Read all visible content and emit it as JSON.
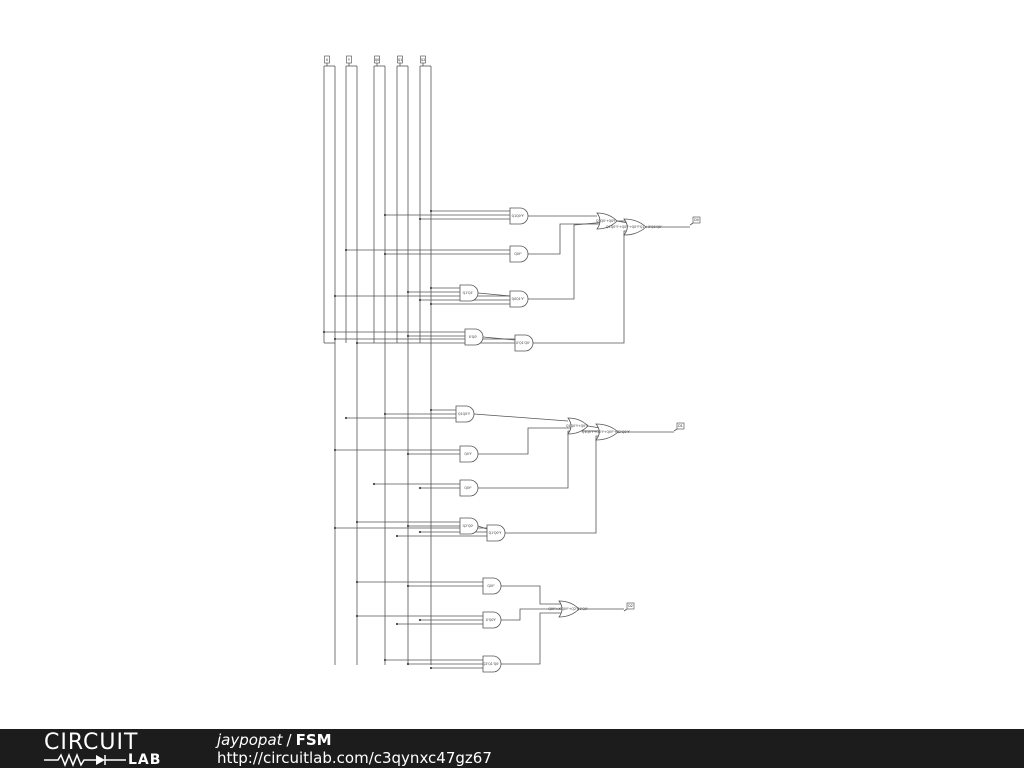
{
  "schematic": {
    "inputs": [
      "X",
      "Y",
      "Q0",
      "Q1",
      "Q2"
    ],
    "outputs": [
      "D0",
      "D1",
      "D2"
    ],
    "gates": [
      {
        "id": "g1",
        "kind": "and",
        "label": "Q1Q0'Y'"
      },
      {
        "id": "g2",
        "kind": "and",
        "label": "Q0Y'"
      },
      {
        "id": "g3",
        "kind": "and",
        "label": "Q1'Q1'"
      },
      {
        "id": "g4",
        "kind": "and",
        "label": "Q0Q1'Y'"
      },
      {
        "id": "g5",
        "kind": "and",
        "label": "X'Q0'"
      },
      {
        "id": "g6",
        "kind": "and",
        "label": "X'Q1'Q0'"
      },
      {
        "id": "g7",
        "kind": "or",
        "label": "Q1Q0'+Q0Y'"
      },
      {
        "id": "g8",
        "kind": "or",
        "label": "Q1Q0'Y'+Q0Y'+Q0'Y'Q1'+X'Q1'Q0'"
      },
      {
        "id": "g9",
        "kind": "and",
        "label": "Q1Q0'Y"
      },
      {
        "id": "g10",
        "kind": "and",
        "label": "Q0'Y"
      },
      {
        "id": "g11",
        "kind": "and",
        "label": "Q0Y'"
      },
      {
        "id": "g12",
        "kind": "and",
        "label": "Q2'Q0'"
      },
      {
        "id": "g13",
        "kind": "and",
        "label": "Q1'Q0'Y"
      },
      {
        "id": "g14",
        "kind": "or",
        "label": "Q1Q0'Y+Q0'Y"
      },
      {
        "id": "g15",
        "kind": "or",
        "label": "Q1Q0'Y+Q0'Y+Q0Y'+Q2'Q0'Y'"
      },
      {
        "id": "g16",
        "kind": "and",
        "label": "Q0Y'"
      },
      {
        "id": "g17",
        "kind": "and",
        "label": "X'Q0Y'"
      },
      {
        "id": "g18",
        "kind": "and",
        "label": "Q2'Q1'Q0'"
      },
      {
        "id": "g19",
        "kind": "or",
        "label": "Q0Y'+X'Q0Y'+Q2'Q1'Q0'"
      }
    ]
  },
  "footer": {
    "logo_top": "CIRCUIT",
    "logo_bottom": "LAB",
    "user": "jaypopat",
    "separator": "/",
    "circuit_name": "FSM",
    "url": "http://circuitlab.com/c3qynxc47gz67"
  }
}
